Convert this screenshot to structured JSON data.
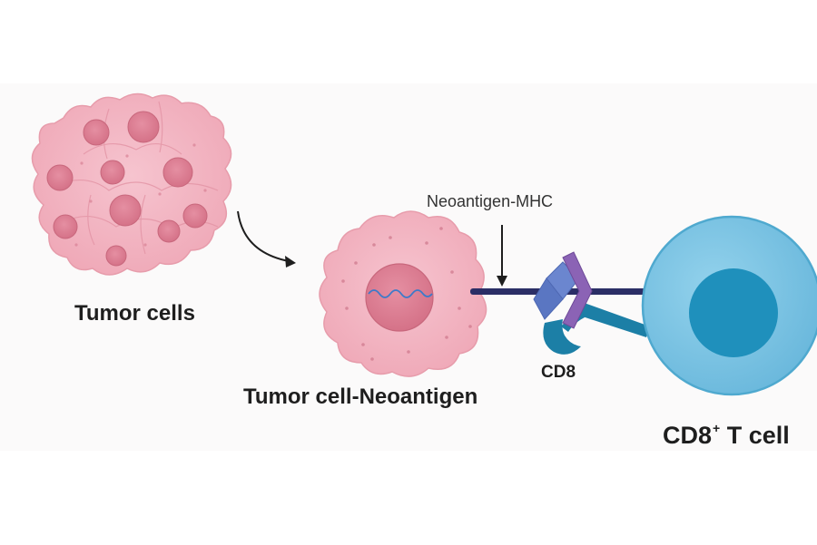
{
  "labels": {
    "tumor_cells": "Tumor cells",
    "tumor_cell_neoantigen": "Tumor cell-Neoantigen",
    "neoantigen_mhc": "Neoantigen-MHC",
    "cd8": "CD8",
    "tcell_prefix": "CD8",
    "tcell_sup": "+",
    "tcell_suffix": " T cell"
  },
  "colors": {
    "tumor_fill": "#f2b3c0",
    "tumor_edge": "#e79cab",
    "nucleus": "#dd7f93",
    "nucleus_edge": "#c8677c",
    "tcell_outer": "#7cc4e2",
    "tcell_edge": "#4fa9cf",
    "tcell_nucleus": "#1f90bc",
    "receptor_bar": "#2b2e66",
    "mhc": "#6b86cf",
    "tcr": "#8b63b5",
    "cd8": "#1c7fa6",
    "dna": "#3c7ac9",
    "arrow": "#1e1e1e"
  }
}
